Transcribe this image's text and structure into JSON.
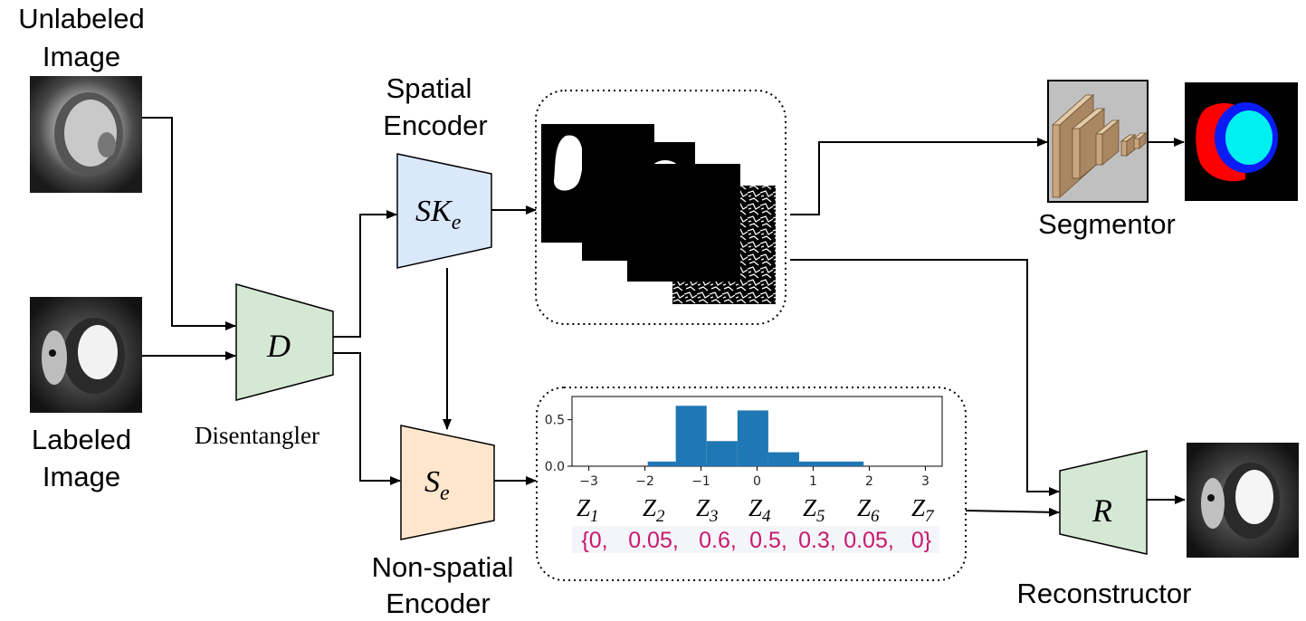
{
  "colors": {
    "spatial_encoder_fill": "#dae8fc",
    "nonspatial_encoder_fill": "#ffe6cc",
    "disentangler_fill": "#d5e8d4",
    "reconstructor_fill": "#d5e8d4",
    "histogram_bar": "#1f77b4",
    "vector_text": "#c7196f",
    "mask_red": "#ff0000",
    "mask_blue": "#0a1cf5",
    "mask_cyan": "#00f0f0",
    "segmentor_box": "#c0c0c0",
    "segmentor_layers": "#c9a57f"
  },
  "inputs": {
    "unlabeled_line1": "Unlabeled",
    "unlabeled_line2": "Image",
    "labeled_line1": "Labeled",
    "labeled_line2": "Image"
  },
  "disentangler": {
    "symbol": "D",
    "label": "Disentangler"
  },
  "spatial_encoder": {
    "label_line1": "Spatial",
    "label_line2": "Encoder",
    "symbol_main": "SK",
    "symbol_sub": "e"
  },
  "nonspatial_encoder": {
    "label_line1": "Non-spatial",
    "label_line2": "Encoder",
    "symbol_main": "S",
    "symbol_sub": "e"
  },
  "segmentor": {
    "label": "Segmentor"
  },
  "reconstructor": {
    "symbol": "R",
    "label": "Reconstructor"
  },
  "chart_data": {
    "type": "bar",
    "x_tick_labels": [
      "−3",
      "−2",
      "−1",
      "0",
      "1",
      "2",
      "3"
    ],
    "y_tick_labels": [
      "0.0",
      "0.5"
    ],
    "ylim": [
      0,
      0.75
    ],
    "xlim": [
      -3.3,
      3.3
    ],
    "bins": [
      {
        "x0": -1.95,
        "x1": -1.45,
        "value": 0.05
      },
      {
        "x0": -1.45,
        "x1": -0.9,
        "value": 0.65
      },
      {
        "x0": -0.9,
        "x1": -0.35,
        "value": 0.27
      },
      {
        "x0": -0.35,
        "x1": 0.2,
        "value": 0.6
      },
      {
        "x0": 0.2,
        "x1": 0.75,
        "value": 0.15
      },
      {
        "x0": 0.75,
        "x1": 1.9,
        "value": 0.05
      }
    ]
  },
  "latents": {
    "names": [
      {
        "main": "Z",
        "sub": "1"
      },
      {
        "main": "Z",
        "sub": "2"
      },
      {
        "main": "Z",
        "sub": "3"
      },
      {
        "main": "Z",
        "sub": "4"
      },
      {
        "main": "Z",
        "sub": "5"
      },
      {
        "main": "Z",
        "sub": "6"
      },
      {
        "main": "Z",
        "sub": "7"
      }
    ],
    "values": [
      "{0,",
      "0.05,",
      "0.6,",
      "0.5,",
      "0.3,",
      "0.05,",
      "0}"
    ]
  }
}
